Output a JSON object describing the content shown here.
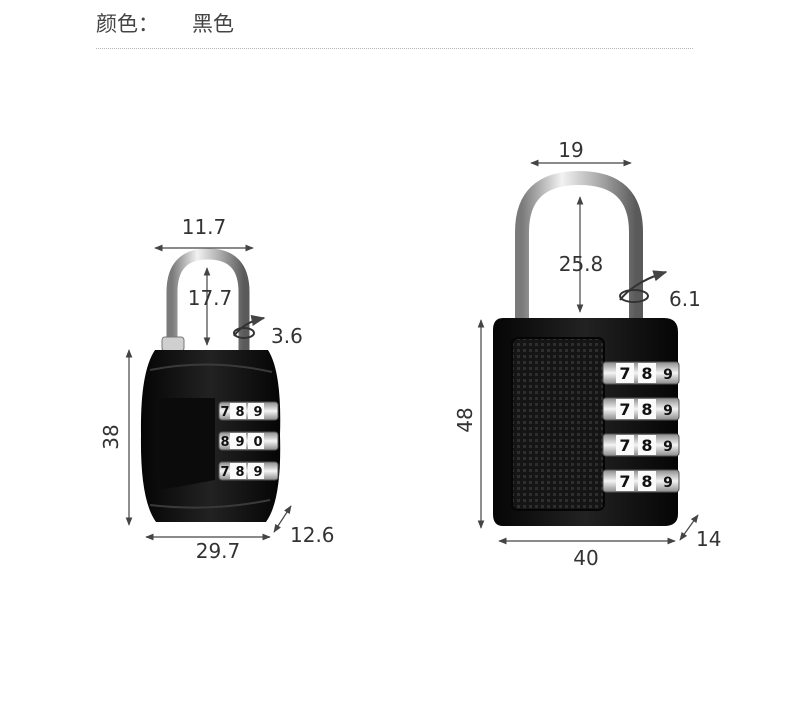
{
  "header": {
    "label": "颜色：",
    "value": "黑色"
  },
  "colors": {
    "body": "#111111",
    "shackle": "#c9c9c9",
    "wheel": "#d6d6d6",
    "ink": "#333333"
  },
  "small_lock": {
    "dims": {
      "shackle_width": "11.7",
      "shackle_height": "17.7",
      "shackle_diameter": "3.6",
      "height": "38",
      "width": "29.7",
      "depth": "12.6"
    },
    "wheels": [
      [
        "7",
        "8",
        "9"
      ],
      [
        "8",
        "9",
        "0"
      ],
      [
        "7",
        "8",
        "9"
      ]
    ]
  },
  "large_lock": {
    "dims": {
      "shackle_width": "19",
      "shackle_height": "25.8",
      "shackle_diameter": "6.1",
      "height": "48",
      "width": "40",
      "depth": "14"
    },
    "wheels": [
      [
        "7",
        "8",
        "9"
      ],
      [
        "7",
        "8",
        "9"
      ],
      [
        "7",
        "8",
        "9"
      ],
      [
        "7",
        "8",
        "9"
      ]
    ]
  }
}
